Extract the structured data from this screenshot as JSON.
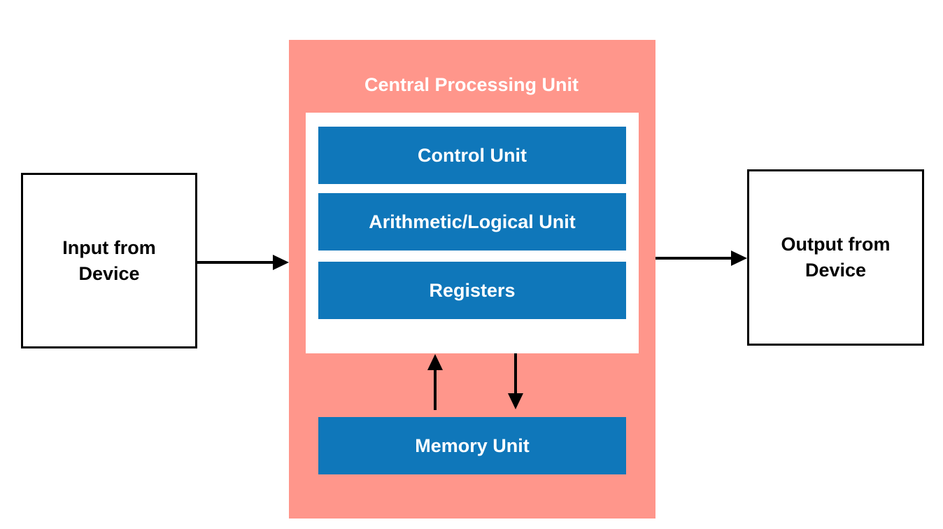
{
  "input": {
    "line1": "Input from",
    "line2": "Device"
  },
  "output": {
    "line1": "Output from",
    "line2": "Device"
  },
  "cpu": {
    "title": "Central Processing Unit",
    "units": {
      "control": "Control Unit",
      "alu": "Arithmetic/Logical Unit",
      "registers": "Registers",
      "memory": "Memory Unit"
    }
  },
  "colors": {
    "cpu_background": "#ff968b",
    "unit_fill": "#0f77ba",
    "unit_text": "#ffffff",
    "io_border": "#000000"
  }
}
